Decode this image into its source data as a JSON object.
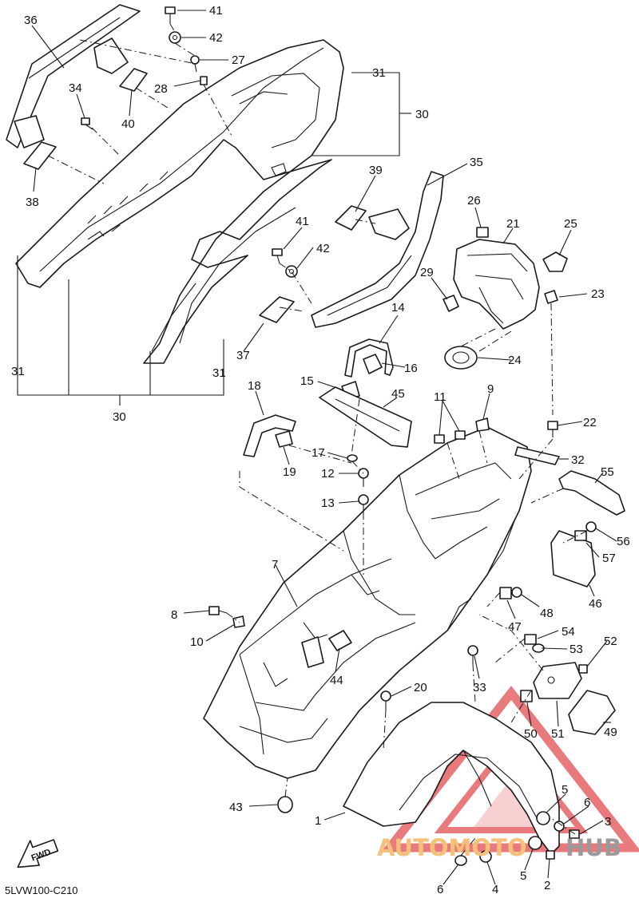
{
  "diagram": {
    "drawing_code": "5LVW100-C210",
    "direction_marker": "FWD",
    "callouts": [
      {
        "id": "c41a",
        "label": "41"
      },
      {
        "id": "c42a",
        "label": "42"
      },
      {
        "id": "c27",
        "label": "27"
      },
      {
        "id": "c28",
        "label": "28"
      },
      {
        "id": "c36",
        "label": "36"
      },
      {
        "id": "c34",
        "label": "34"
      },
      {
        "id": "c40",
        "label": "40"
      },
      {
        "id": "c38",
        "label": "38"
      },
      {
        "id": "c31a",
        "label": "31"
      },
      {
        "id": "c30a",
        "label": "30"
      },
      {
        "id": "c39",
        "label": "39"
      },
      {
        "id": "c35",
        "label": "35"
      },
      {
        "id": "c26",
        "label": "26"
      },
      {
        "id": "c21",
        "label": "21"
      },
      {
        "id": "c25",
        "label": "25"
      },
      {
        "id": "c41b",
        "label": "41"
      },
      {
        "id": "c42b",
        "label": "42"
      },
      {
        "id": "c29",
        "label": "29"
      },
      {
        "id": "c23",
        "label": "23"
      },
      {
        "id": "c24",
        "label": "24"
      },
      {
        "id": "c37",
        "label": "37"
      },
      {
        "id": "c14",
        "label": "14"
      },
      {
        "id": "c16",
        "label": "16"
      },
      {
        "id": "c15",
        "label": "15"
      },
      {
        "id": "c31b",
        "label": "31"
      },
      {
        "id": "c31c",
        "label": "31"
      },
      {
        "id": "c30b",
        "label": "30"
      },
      {
        "id": "c45",
        "label": "45"
      },
      {
        "id": "c18",
        "label": "18"
      },
      {
        "id": "c11",
        "label": "11"
      },
      {
        "id": "c9",
        "label": "9"
      },
      {
        "id": "c22",
        "label": "22"
      },
      {
        "id": "c19",
        "label": "19"
      },
      {
        "id": "c17",
        "label": "17"
      },
      {
        "id": "c32",
        "label": "32"
      },
      {
        "id": "c12",
        "label": "12"
      },
      {
        "id": "c55",
        "label": "55"
      },
      {
        "id": "c13",
        "label": "13"
      },
      {
        "id": "c56",
        "label": "56"
      },
      {
        "id": "c57",
        "label": "57"
      },
      {
        "id": "c7",
        "label": "7"
      },
      {
        "id": "c46",
        "label": "46"
      },
      {
        "id": "c48",
        "label": "48"
      },
      {
        "id": "c8",
        "label": "8"
      },
      {
        "id": "c47",
        "label": "47"
      },
      {
        "id": "c54",
        "label": "54"
      },
      {
        "id": "c10",
        "label": "10"
      },
      {
        "id": "c52",
        "label": "52"
      },
      {
        "id": "c53",
        "label": "53"
      },
      {
        "id": "c44",
        "label": "44"
      },
      {
        "id": "c33",
        "label": "33"
      },
      {
        "id": "c20",
        "label": "20"
      },
      {
        "id": "c50",
        "label": "50"
      },
      {
        "id": "c51",
        "label": "51"
      },
      {
        "id": "c49",
        "label": "49"
      },
      {
        "id": "c43",
        "label": "43"
      },
      {
        "id": "c5a",
        "label": "5"
      },
      {
        "id": "c6a",
        "label": "6"
      },
      {
        "id": "c1",
        "label": "1"
      },
      {
        "id": "c3",
        "label": "3"
      },
      {
        "id": "c6b",
        "label": "6"
      },
      {
        "id": "c4",
        "label": "4"
      },
      {
        "id": "c5b",
        "label": "5"
      },
      {
        "id": "c2",
        "label": "2"
      }
    ]
  },
  "watermark": {
    "text_highlight": "AUTOMOTO",
    "text_rest": "HUB",
    "color_highlight": "#f5c07a",
    "color_rest": "#9a9a9a",
    "triangle_color": "#e0474c"
  }
}
